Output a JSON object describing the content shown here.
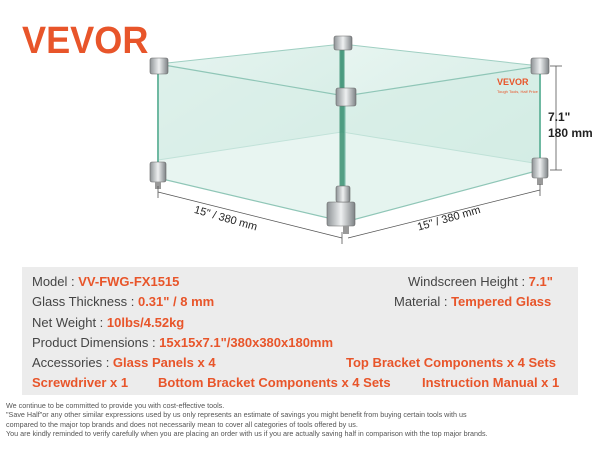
{
  "brand": {
    "logo_text": "VEVOR",
    "mini_logo_text": "VEVOR",
    "mini_tagline": "Tough Tools, Half Price"
  },
  "dimensions": {
    "left_width": "15\" / 380 mm",
    "right_width": "15\" / 380 mm",
    "height_in": "7.1\"",
    "height_mm": "180 mm"
  },
  "specs": {
    "model_label": "Model : ",
    "model_value": "VV-FWG-FX1515",
    "windscreen_label": "Windscreen Height : ",
    "windscreen_value": "7.1\"",
    "thickness_label": "Glass Thickness : ",
    "thickness_value": "0.31\" / 8 mm",
    "material_label": "Material : ",
    "material_value": "Tempered Glass",
    "weight_label": "Net Weight : ",
    "weight_value": "10lbs/4.52kg",
    "dimensions_label": "Product Dimensions : ",
    "dimensions_value": "15x15x7.1\"/380x380x180mm",
    "accessories_label": "Accessories : ",
    "accessory_1": "Glass Panels x 4",
    "accessory_2": "Top Bracket Components x 4 Sets",
    "accessory_3": "Screwdriver x 1",
    "accessory_4": "Bottom Bracket Components x 4 Sets",
    "accessory_5": "Instruction Manual x 1"
  },
  "disclaimer": [
    "We continue to be committed to provide you with cost-effective tools.",
    "\"Save Half\"or any other similar expressions used by us only represents an estimate of savings you might benefit from buying certain tools with us",
    "compared to the major top brands and does not necessarily mean to cover all categories of tools offered by us.",
    "You are kindly reminded to verify carefully when you are placing an order with us if you are actually saving half in comparison with the top major brands."
  ],
  "colors": {
    "accent": "#e8552a",
    "panel_bg": "#ececec",
    "glass": "#cfe9e2"
  }
}
